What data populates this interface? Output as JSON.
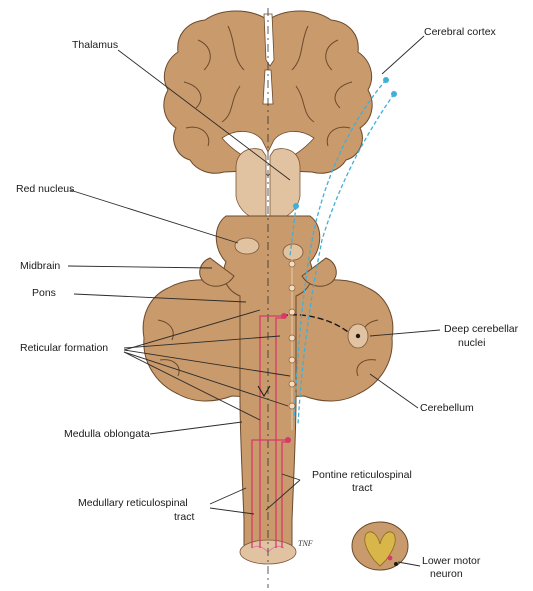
{
  "labels": {
    "cerebral_cortex": "Cerebral cortex",
    "thalamus": "Thalamus",
    "red_nucleus": "Red nucleus",
    "midbrain": "Midbrain",
    "pons": "Pons",
    "deep_cerebellar_nuclei_line1": "Deep cerebellar",
    "deep_cerebellar_nuclei_line2": "nuclei",
    "reticular_formation": "Reticular formation",
    "cerebellum": "Cerebellum",
    "medulla_oblongata": "Medulla oblongata",
    "pontine_tract_line1": "Pontine reticulospinal",
    "pontine_tract_line2": "tract",
    "medullary_tract_line1": "Medullary reticulospinal",
    "medullary_tract_line2": "tract",
    "lower_motor_neuron_line1": "Lower motor",
    "lower_motor_neuron_line2": "neuron",
    "signature": "TNF"
  },
  "colors": {
    "tissue": "#c99a6b",
    "tissue_light": "#e2c3a1",
    "cortical_pathway": "#3fb0d8",
    "reticulospinal_pathway": "#d63a6a"
  }
}
